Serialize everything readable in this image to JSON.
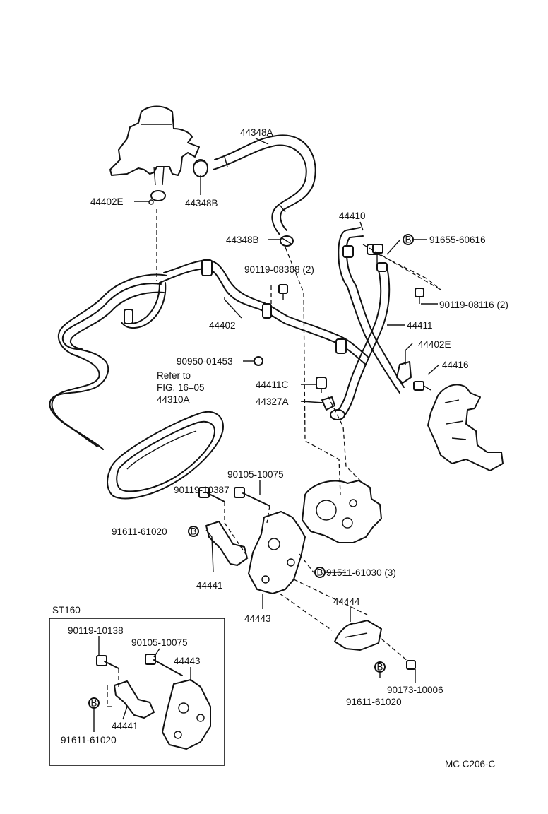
{
  "labels": {
    "l44348A": "44348A",
    "l44402E_top": "44402E",
    "l44348B_1": "44348B",
    "l44348B_2": "44348B",
    "l44410": "44410",
    "l91655": "91655-60616",
    "l90119_08368": "90119-08368 (2)",
    "l90119_08116": "90119-08116 (2)",
    "l44402": "44402",
    "l44411": "44411",
    "l44402E_mid": "44402E",
    "l44416": "44416",
    "l90950": "90950-01453",
    "lRefer1": "Refer to",
    "lRefer2": "FIG. 16–05",
    "l44310A": "44310A",
    "l44411C": "44411C",
    "l44327A": "44327A",
    "l90105_main": "90105-10075",
    "l90119_10387": "90119-10387",
    "l91611_left": "91611-61020",
    "l91511": "91511-61030 (3)",
    "l44441_main": "44441",
    "l44443_main": "44443",
    "l44444": "44444",
    "l90173": "90173-10006",
    "l91611_bottom": "91611-61020",
    "inset_title": "ST160",
    "l90119_10138": "90119-10138",
    "l90105_inset": "90105-10075",
    "l44443_inset": "44443",
    "l44441_inset": "44441",
    "l91611_inset": "91611-61020",
    "code": "MC C206-C"
  },
  "bolt_marker": "B"
}
